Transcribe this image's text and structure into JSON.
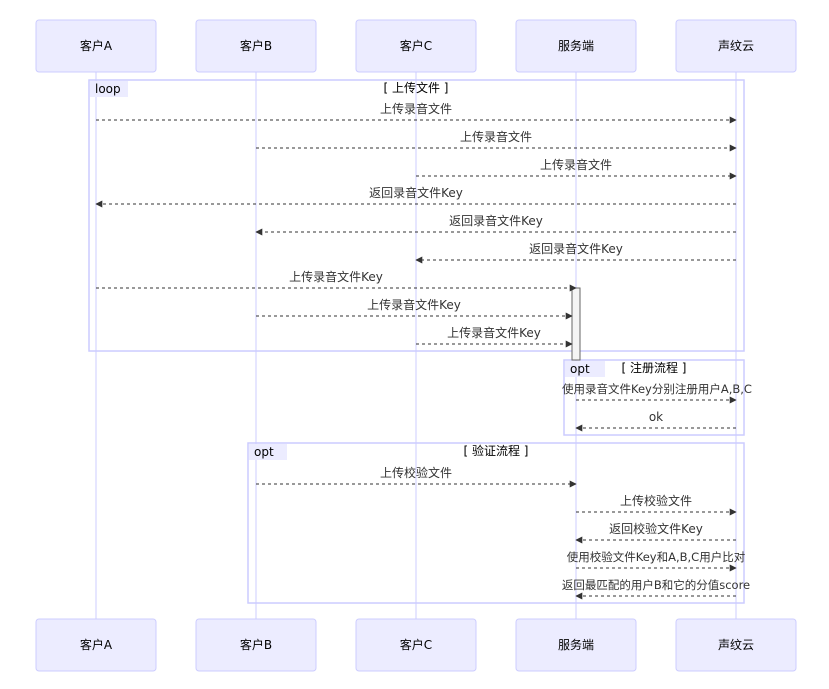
{
  "actors": [
    {
      "id": "A",
      "label": "客户A"
    },
    {
      "id": "B",
      "label": "客户B"
    },
    {
      "id": "C",
      "label": "客户C"
    },
    {
      "id": "S",
      "label": "服务端"
    },
    {
      "id": "V",
      "label": "声纹云"
    }
  ],
  "fragments": [
    {
      "id": "loop",
      "kind": "loop",
      "title": "[ 上传文件 ]"
    },
    {
      "id": "opt-register",
      "kind": "opt",
      "title": "[ 注册流程 ]"
    },
    {
      "id": "opt-verify",
      "kind": "opt",
      "title": "[ 验证流程 ]"
    }
  ],
  "messages": [
    {
      "from": "A",
      "to": "V",
      "text": "上传录音文件"
    },
    {
      "from": "B",
      "to": "V",
      "text": "上传录音文件"
    },
    {
      "from": "C",
      "to": "V",
      "text": "上传录音文件"
    },
    {
      "from": "V",
      "to": "A",
      "text": "返回录音文件Key"
    },
    {
      "from": "V",
      "to": "B",
      "text": "返回录音文件Key"
    },
    {
      "from": "V",
      "to": "C",
      "text": "返回录音文件Key"
    },
    {
      "from": "A",
      "to": "S",
      "text": "上传录音文件Key"
    },
    {
      "from": "B",
      "to": "S",
      "text": "上传录音文件Key"
    },
    {
      "from": "C",
      "to": "S",
      "text": "上传录音文件Key"
    },
    {
      "from": "S",
      "to": "V",
      "text": "使用录音文件Key分别注册用户A,B,C"
    },
    {
      "from": "V",
      "to": "S",
      "text": "ok"
    },
    {
      "from": "B",
      "to": "S",
      "text": "上传校验文件"
    },
    {
      "from": "S",
      "to": "V",
      "text": "上传校验文件"
    },
    {
      "from": "V",
      "to": "S",
      "text": "返回校验文件Key"
    },
    {
      "from": "S",
      "to": "V",
      "text": "使用校验文件Key和A,B,C用户比对"
    },
    {
      "from": "V",
      "to": "S",
      "text": "返回最匹配的用户B和它的分值score"
    }
  ]
}
